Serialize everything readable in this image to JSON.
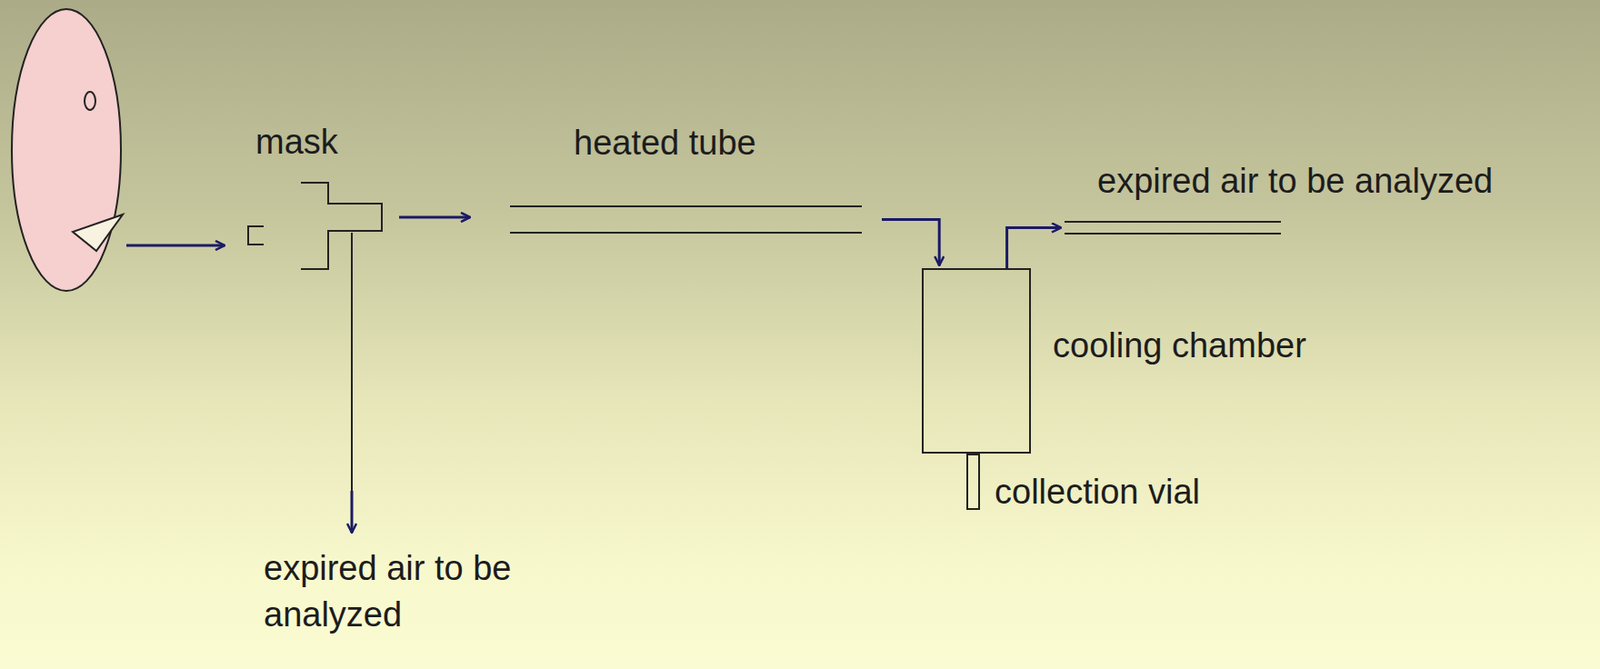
{
  "diagram": {
    "nodes": [
      {
        "text": [
          "mask"
        ]
      },
      {
        "text": [
          "heated tube"
        ]
      },
      {
        "text": [
          "cooling chamber"
        ]
      },
      {
        "text": [
          "collection vial"
        ]
      },
      {
        "text": [
          "expired air to be analyzed"
        ]
      }
    ],
    "edges": [
      {
        "from": 0,
        "to": 1,
        "arrow": "to"
      },
      {
        "from": 1,
        "to": 2,
        "arrow": "to"
      },
      {
        "from": 2,
        "to": 4,
        "arrow": "to"
      }
    ],
    "labels": [
      "expired air to be analyzed"
    ]
  }
}
